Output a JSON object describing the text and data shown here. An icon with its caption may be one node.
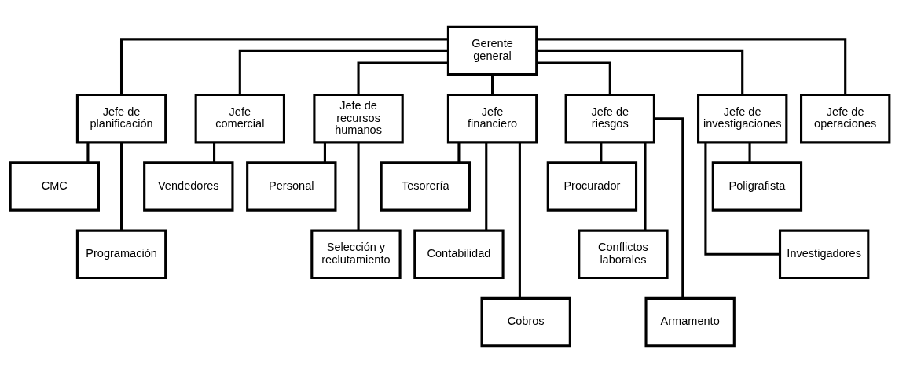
{
  "diagram": {
    "nodes": [
      {
        "text": [
          "Gerente general"
        ]
      },
      {
        "text": [
          "Jefe de planificación"
        ]
      },
      {
        "text": [
          "Jefe comercial"
        ]
      },
      {
        "text": [
          "Jefe de recursos humanos"
        ]
      },
      {
        "text": [
          "Jefe financiero"
        ]
      },
      {
        "text": [
          "Jefe de riesgos"
        ]
      },
      {
        "text": [
          "Jefe de investigaciones"
        ]
      },
      {
        "text": [
          "Jefe de operaciones"
        ]
      },
      {
        "text": [
          "CMC"
        ]
      },
      {
        "text": [
          "Programación"
        ]
      },
      {
        "text": [
          "Vendedores"
        ]
      },
      {
        "text": [
          "Personal"
        ]
      },
      {
        "text": [
          "Selección y reclutamiento"
        ]
      },
      {
        "text": [
          "Tesorería"
        ]
      },
      {
        "text": [
          "Contabilidad"
        ]
      },
      {
        "text": [
          "Cobros"
        ]
      },
      {
        "text": [
          "Procurador"
        ]
      },
      {
        "text": [
          "Conflictos laborales"
        ]
      },
      {
        "text": [
          "Armamento"
        ]
      },
      {
        "text": [
          "Poligrafista"
        ]
      },
      {
        "text": [
          "Investigadores"
        ]
      }
    ],
    "edges": [
      {
        "from": 0,
        "to": 1,
        "arrow": "none"
      },
      {
        "from": 0,
        "to": 2,
        "arrow": "none"
      },
      {
        "from": 0,
        "to": 3,
        "arrow": "none"
      },
      {
        "from": 0,
        "to": 4,
        "arrow": "none"
      },
      {
        "from": 0,
        "to": 5,
        "arrow": "none"
      },
      {
        "from": 0,
        "to": 6,
        "arrow": "none"
      },
      {
        "from": 0,
        "to": 7,
        "arrow": "none"
      },
      {
        "from": 1,
        "to": 8,
        "arrow": "none"
      },
      {
        "from": 1,
        "to": 9,
        "arrow": "none"
      },
      {
        "from": 2,
        "to": 10,
        "arrow": "none"
      },
      {
        "from": 3,
        "to": 11,
        "arrow": "none"
      },
      {
        "from": 3,
        "to": 12,
        "arrow": "none"
      },
      {
        "from": 4,
        "to": 13,
        "arrow": "none"
      },
      {
        "from": 4,
        "to": 14,
        "arrow": "none"
      },
      {
        "from": 4,
        "to": 15,
        "arrow": "none"
      },
      {
        "from": 5,
        "to": 16,
        "arrow": "none"
      },
      {
        "from": 5,
        "to": 17,
        "arrow": "none"
      },
      {
        "from": 5,
        "to": 18,
        "arrow": "none"
      },
      {
        "from": 6,
        "to": 19,
        "arrow": "none"
      },
      {
        "from": 6,
        "to": 20,
        "arrow": "none"
      }
    ]
  }
}
